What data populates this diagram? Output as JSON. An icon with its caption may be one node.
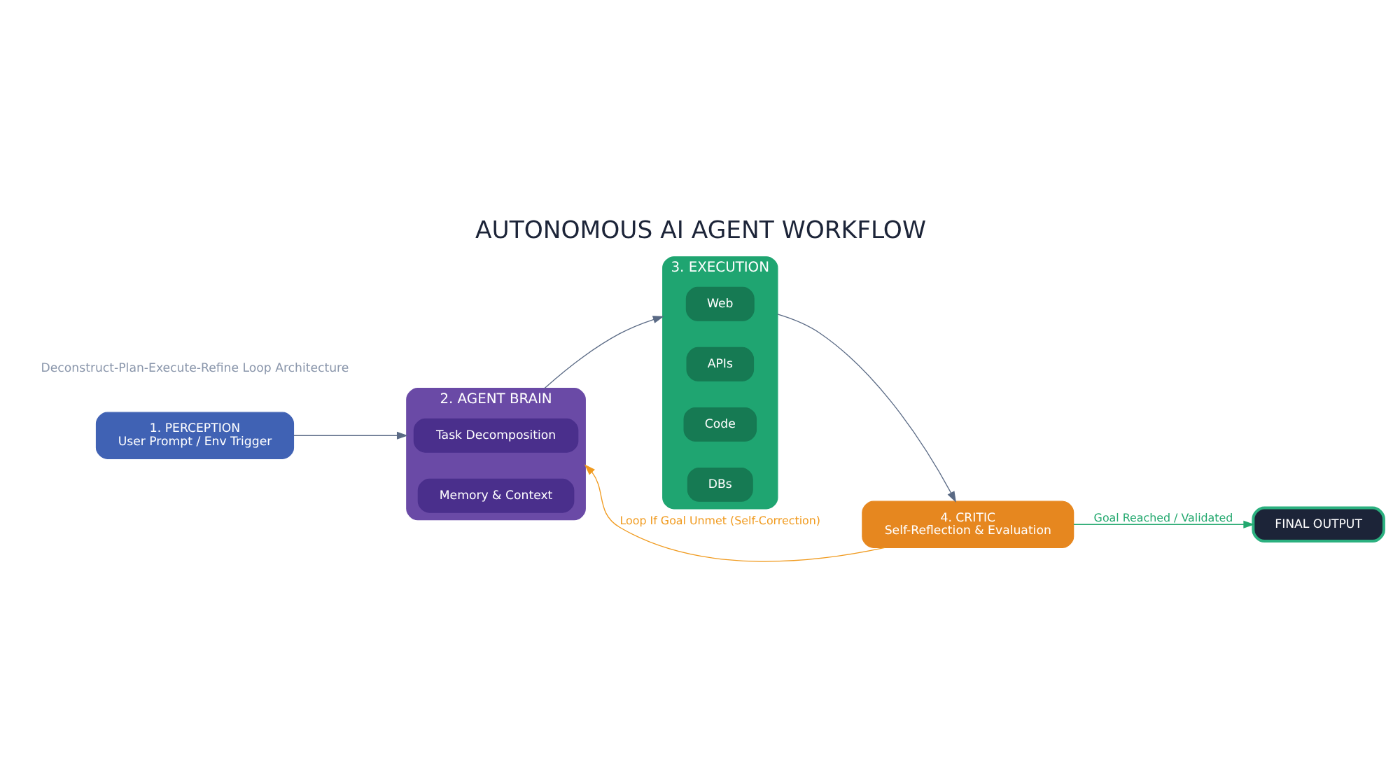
{
  "diagram": {
    "title": "AUTONOMOUS AI AGENT WORKFLOW",
    "nodes": [
      {
        "text": [
          "1. PERCEPTION",
          "User Prompt / Env Trigger"
        ]
      },
      {
        "text": [
          "2. AGENT BRAIN"
        ]
      },
      {
        "text": [
          "Task Decomposition"
        ],
        "in": 1
      },
      {
        "text": [
          "Memory & Context"
        ],
        "in": 1
      },
      {
        "text": [
          "3. EXECUTION"
        ]
      },
      {
        "text": [
          "Web"
        ],
        "in": 4
      },
      {
        "text": [
          "APIs"
        ],
        "in": 4
      },
      {
        "text": [
          "Code"
        ],
        "in": 4
      },
      {
        "text": [
          "DBs"
        ],
        "in": 4
      },
      {
        "text": [
          "4. CRITIC",
          "Self-Reflection & Evaluation"
        ]
      },
      {
        "text": [
          "FINAL OUTPUT"
        ]
      }
    ],
    "edges": [
      {
        "from": 0,
        "to": 1,
        "arrow": "to"
      },
      {
        "from": 1,
        "to": 4,
        "arrow": "to"
      },
      {
        "from": 4,
        "to": 9,
        "arrow": "to"
      },
      {
        "from": 9,
        "to": 1,
        "arrow": "to",
        "label": "Loop If Goal Unmet (Self-Correction)",
        "color": "#f09a1e"
      },
      {
        "from": 9,
        "to": 10,
        "arrow": "to",
        "label": "Goal Reached / Validated",
        "color": "#22a86e"
      }
    ],
    "labels": [
      "Deconstruct-Plan-Execute-Refine Loop Architecture"
    ]
  }
}
